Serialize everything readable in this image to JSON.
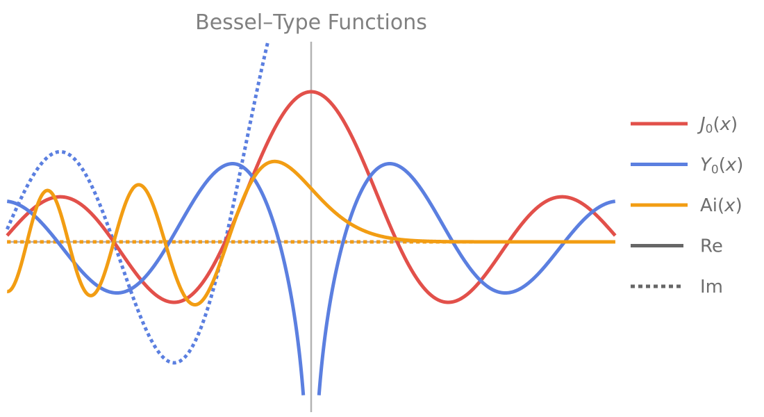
{
  "chart_data": {
    "type": "line",
    "title": "Bessel–Type Functions",
    "xlabel": "",
    "ylabel": "",
    "xlim": [
      -8.5,
      8.5
    ],
    "ylim": [
      -1.5,
      1.5
    ],
    "grid": false,
    "legend_position": "right",
    "series": [
      {
        "name": "J₀(x)",
        "label_main": "J",
        "label_sub": "0",
        "label_tail": "(x)",
        "color": "#E2504A",
        "part": "Re",
        "func": "J0"
      },
      {
        "name": "Y₀(x)",
        "label_main": "Y",
        "label_sub": "0",
        "label_tail": "(x)",
        "color": "#5B7FE0",
        "part": "Re",
        "func": "Y0"
      },
      {
        "name": "Ai(x)",
        "label_main": "Ai",
        "label_sub": "",
        "label_tail": "(x)",
        "color": "#F29D13",
        "part": "Re",
        "func": "Ai"
      },
      {
        "name": "Y₀(x) Im",
        "color": "#5B7FE0",
        "part": "Im",
        "func": "Y0_im"
      },
      {
        "name": "J₀(x) Im",
        "color": "#E2504A",
        "part": "Im",
        "func": "zero"
      },
      {
        "name": "Ai(x) Im",
        "color": "#F29D13",
        "part": "Im",
        "func": "zero"
      }
    ],
    "style_legend": [
      {
        "label": "Re",
        "dash": "solid",
        "color": "#666666"
      },
      {
        "label": "Im",
        "dash": "dotted",
        "color": "#666666"
      }
    ]
  }
}
